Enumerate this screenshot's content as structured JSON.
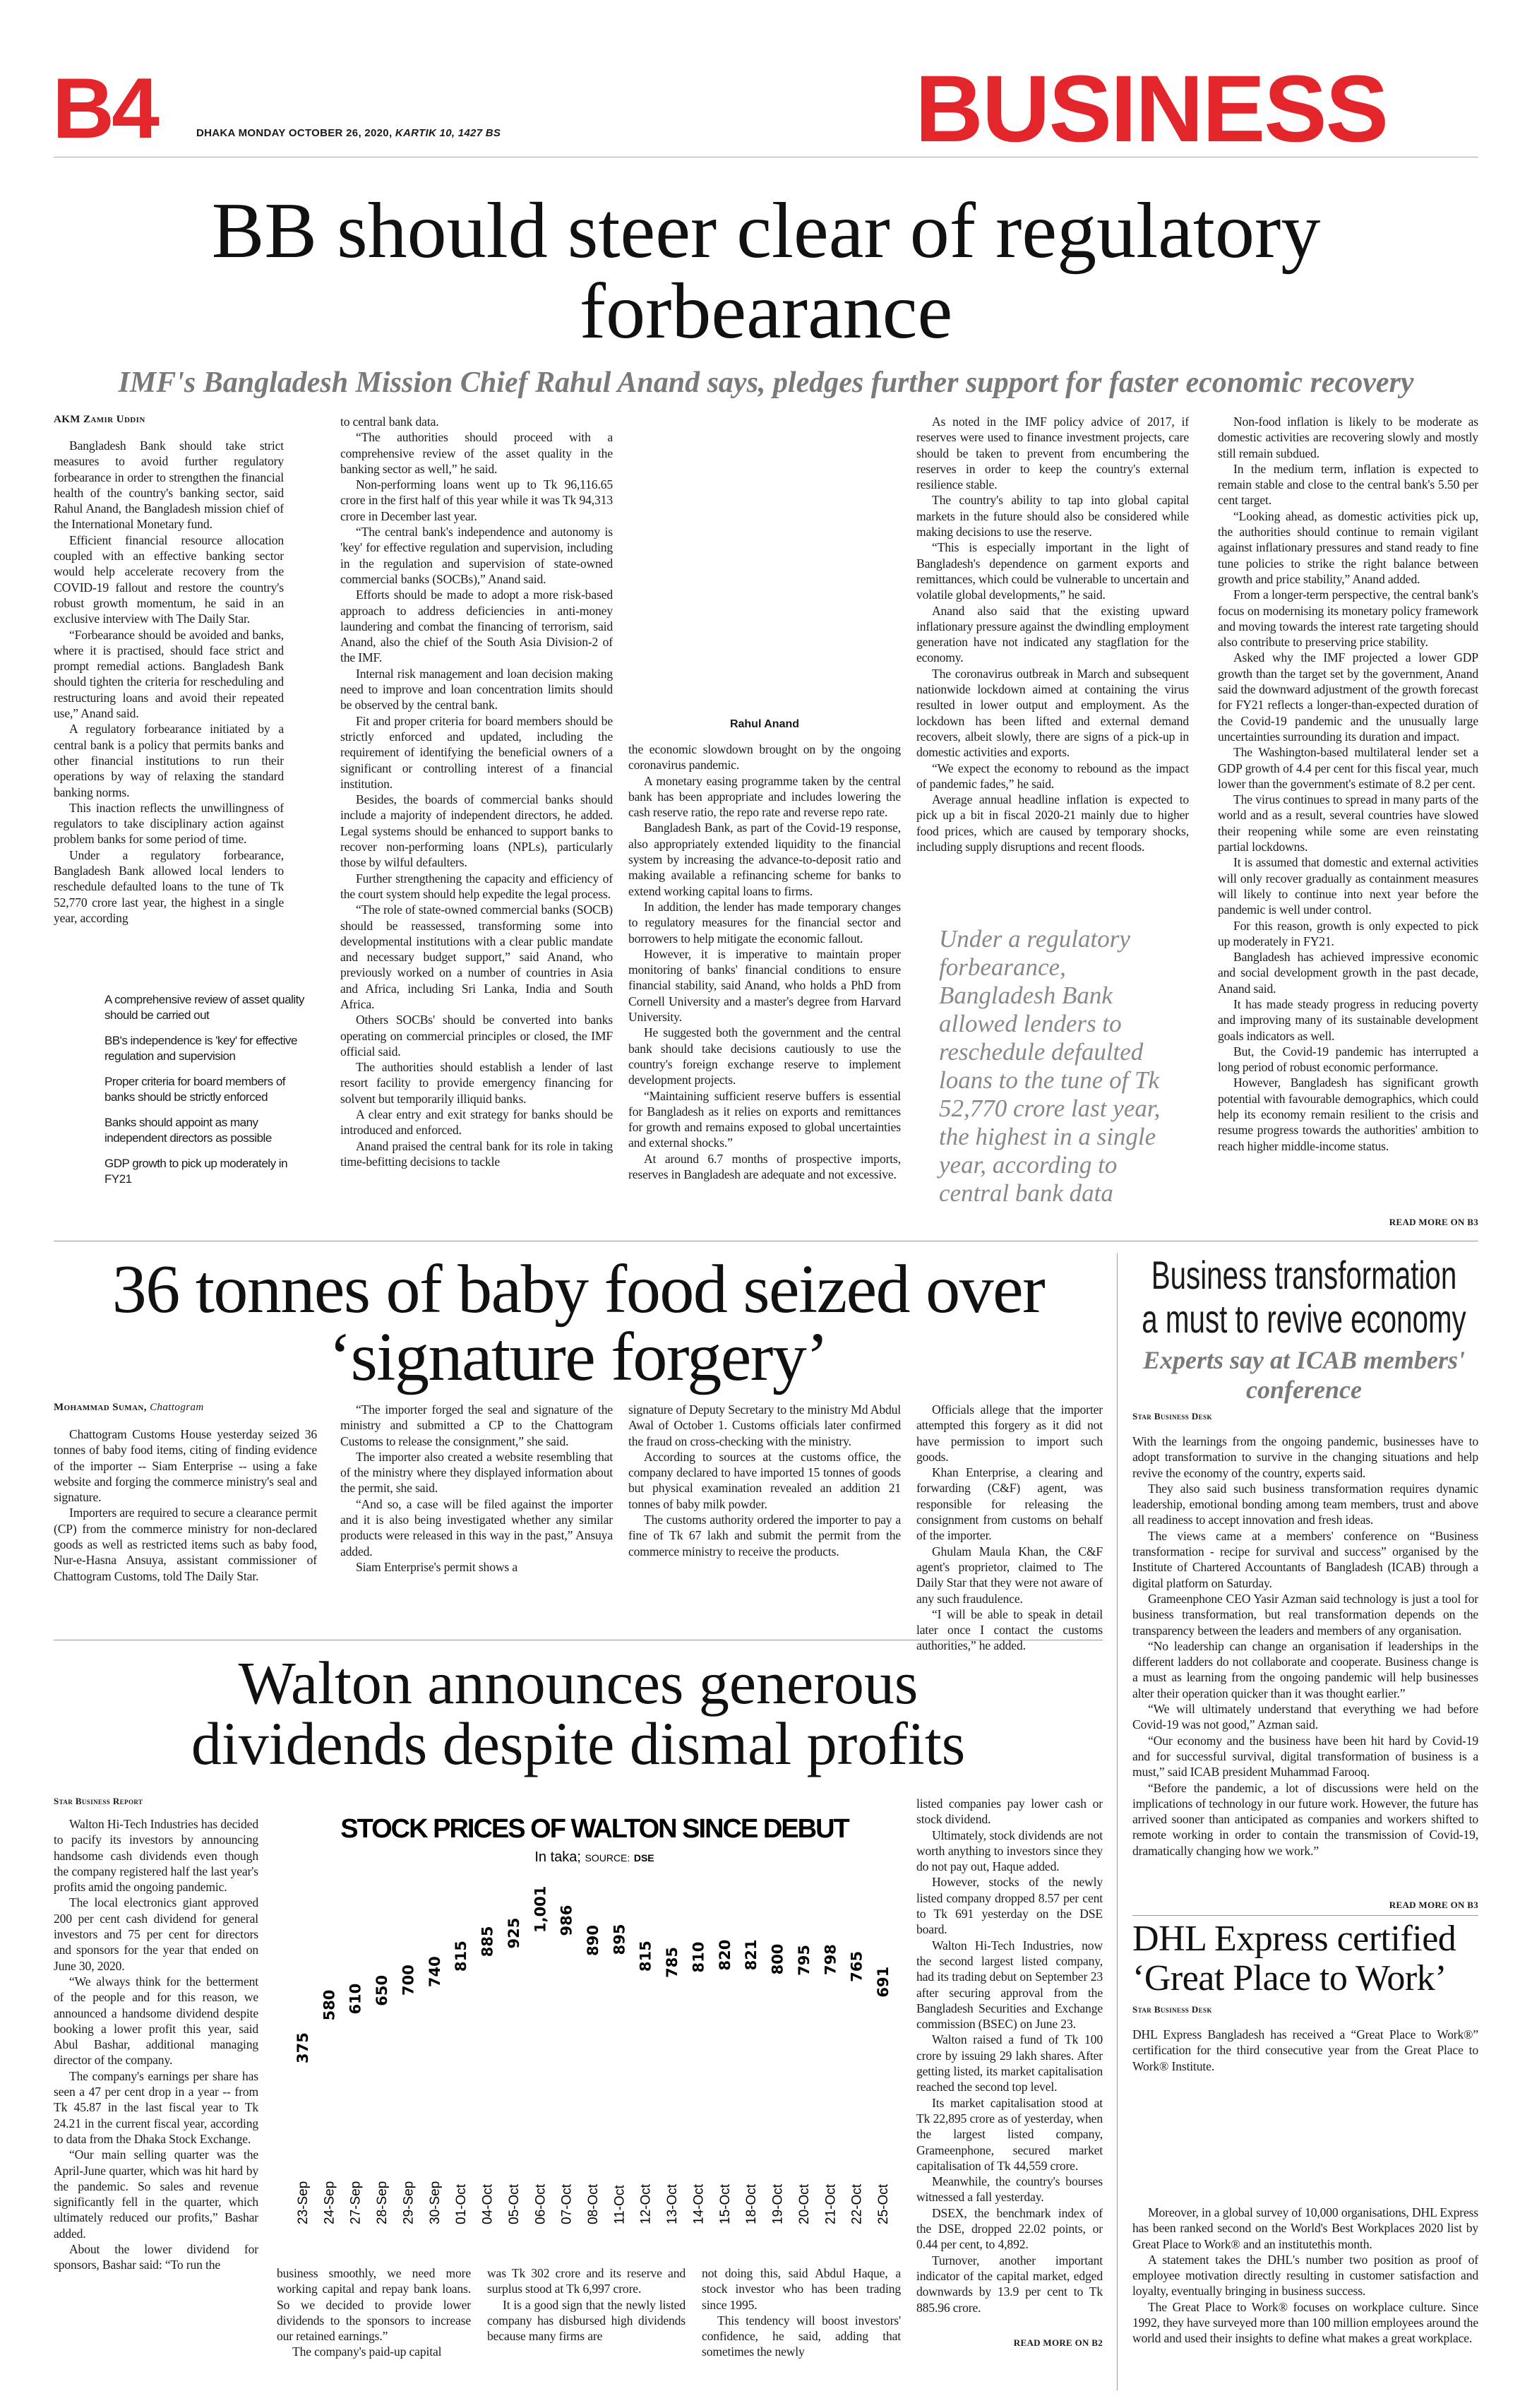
{
  "masthead": {
    "page": "B4",
    "dateline": "DHAKA MONDAY OCTOBER 26, 2020, ",
    "dateline_italic": "KARTIK 10, 1427 BS",
    "section": "BUSINESS",
    "accent": "#e3262b"
  },
  "lead": {
    "headline_1": "BB should steer clear of regulatory",
    "headline_2": "forbearance",
    "subhead": "IMF's Bangladesh Mission Chief Rahul Anand says, pledges further support for faster economic recovery",
    "byline": "AKM Zamir Uddin",
    "photo_caption": "Rahul Anand",
    "col1": [
      "Bangladesh Bank should take strict measures to avoid further regulatory forbearance in order to strengthen the financial health of the country's banking sector, said Rahul Anand, the Bangladesh mission chief of the International Monetary fund.",
      "Efficient financial resource allocation coupled with an effective banking sector would help accelerate recovery from the COVID-19 fallout and restore the country's robust growth momentum, he said in an exclusive interview with The Daily Star.",
      "“Forbearance should be avoided and banks, where it is practised, should face strict and prompt remedial actions. Bangladesh Bank should tighten the criteria for rescheduling and restructuring loans and avoid their repeated use,” Anand said.",
      "A regulatory forbearance initiated by a central bank is a policy that permits banks and other financial institutions to run their operations by way of relaxing the standard banking norms.",
      "This inaction reflects the unwillingness of regulators to take disciplinary action against problem banks for some period of time.",
      "Under a regulatory forbearance, Bangladesh Bank allowed local lenders to reschedule defaulted loans to the tune of Tk 52,770 crore last year, the highest in a single year, according"
    ],
    "bullets": [
      "A comprehensive review of asset quality should be carried out",
      "BB's independence is 'key' for effective regulation and supervision",
      "Proper criteria for board members of banks should be strictly enforced",
      "Banks should appoint as many independent directors as possible",
      "GDP growth to pick up moderately in FY21"
    ],
    "col2": [
      "to central bank data.",
      "“The authorities should proceed with a comprehensive review of the asset quality in the banking sector as well,” he said.",
      "Non-performing loans went up to Tk 96,116.65 crore in the first half of this year while it was Tk 94,313 crore in December last year.",
      "“The central bank's independence and autonomy is 'key' for effective regulation and supervision, including in the regulation and supervision of state-owned commercial banks (SOCBs),” Anand said.",
      "Efforts should be made to adopt a more risk-based approach to address deficiencies in anti-money laundering and combat the financing of terrorism, said Anand, also the chief of the South Asia Division-2 of the IMF.",
      "Internal risk management and loan decision making need to improve and loan concentration limits should be observed by the central bank.",
      "Fit and proper criteria for board members should be strictly enforced and updated, including the requirement of identifying the beneficial owners of a significant or controlling interest of a financial institution.",
      "Besides, the boards of commercial banks should include a majority of independent directors, he added. Legal systems should be enhanced to support banks to recover non-performing loans (NPLs), particularly those by wilful defaulters.",
      "Further strengthening the capacity and efficiency of the court system should help expedite the legal process.",
      "“The role of state-owned commercial banks (SOCB) should be reassessed, transforming some into developmental institutions with a clear public mandate and necessary budget support,” said Anand, who previously worked on a number of countries in Asia and Africa, including Sri Lanka, India and South Africa.",
      "Others SOCBs' should be converted into banks operating on commercial principles or closed, the IMF official said.",
      "The authorities should establish a lender of last resort facility to provide emergency financing for solvent but temporarily illiquid banks.",
      "A clear entry and exit strategy for banks should be introduced and enforced.",
      "Anand praised the central bank for its role in taking time-befitting decisions to tackle"
    ],
    "col3": [
      "the economic slowdown brought on by the ongoing coronavirus pandemic.",
      "A monetary easing programme taken by the central bank has been appropriate and includes lowering the cash reserve ratio, the repo rate and reverse repo rate.",
      "Bangladesh Bank, as part of the Covid-19 response, also appropriately extended liquidity to the financial system by increasing the advance-to-deposit ratio and making available a refinancing scheme for banks to extend working capital loans to firms.",
      "In addition, the lender has made temporary changes to regulatory measures for the financial sector and borrowers to help mitigate the economic fallout.",
      "However, it is imperative to maintain proper monitoring of banks' financial conditions to ensure financial stability, said Anand, who holds a PhD from Cornell University and a master's degree from Harvard University.",
      "He suggested both the government and the central bank should take decisions cautiously to use the country's foreign exchange reserve to implement development projects.",
      "“Maintaining sufficient reserve buffers is essential for Bangladesh as it relies on exports and remittances for growth and remains exposed to global uncertainties and external shocks.”",
      "At around 6.7 months of prospective imports, reserves in Bangladesh are adequate and not excessive."
    ],
    "col4": [
      "As noted in the IMF policy advice of 2017, if reserves were used to finance investment projects, care should be taken to prevent from encumbering the reserves in order to keep the country's external resilience stable.",
      "The country's ability to tap into global capital markets in the future should also be considered while making decisions to use the reserve.",
      "“This is especially important in the light of Bangladesh's dependence on garment exports and remittances, which could be vulnerable to uncertain and volatile global developments,” he said.",
      "Anand also said that the existing upward inflationary pressure against the dwindling employment generation have not indicated any stagflation for the economy.",
      "The coronavirus outbreak in March and subsequent nationwide lockdown aimed at containing the virus resulted in lower output and employment. As the lockdown has been lifted and external demand recovers, albeit slowly, there are signs of a pick-up in domestic activities and exports.",
      "“We expect the economy to rebound as the impact of pandemic fades,” he said.",
      "Average annual headline inflation is expected to pick up a bit in fiscal 2020-21 mainly due to higher food prices, which are caused by temporary shocks, including supply disruptions and recent floods."
    ],
    "pull_quote": "Under a regulatory forbearance, Bangladesh Bank allowed lenders to reschedule defaulted loans to the tune of Tk 52,770 crore last year, the highest in a single year, according to central bank data",
    "col5": [
      "Non-food inflation is likely to be moderate as domestic activities are recovering slowly and mostly still remain subdued.",
      "In the medium term, inflation is expected to remain stable and close to the central bank's 5.50 per cent target.",
      "“Looking ahead, as domestic activities pick up, the authorities should continue to remain vigilant against inflationary pressures and stand ready to fine tune policies to strike the right balance between growth and price stability,” Anand added.",
      "From a longer-term perspective, the central bank's focus on modernising its monetary policy framework and moving towards the interest rate targeting should also contribute to preserving price stability.",
      "Asked why the IMF projected a lower GDP growth than the target set by the government, Anand said the downward adjustment of the growth forecast for FY21 reflects a longer-than-expected duration of the Covid-19 pandemic and the unusually large uncertainties surrounding its duration and impact.",
      "The Washington-based multilateral lender set a GDP growth of 4.4 per cent for this fiscal year, much lower than the government's estimate of 8.2 per cent.",
      "The virus continues to spread in many parts of the world and as a result, several countries have slowed their reopening while some are even reinstating partial lockdowns.",
      "It is assumed that domestic and external activities will only recover gradually as containment measures will likely to continue into next year before the pandemic is well under control.",
      "For this reason, growth is only expected to pick up moderately in FY21.",
      "Bangladesh has achieved impressive economic and social development growth in the past decade, Anand said.",
      "It has made steady progress in reducing poverty and improving many of its sustainable development goals indicators as well.",
      "But, the Covid-19 pandemic has interrupted a long period of robust economic performance.",
      "However, Bangladesh has significant growth potential with favourable demographics, which could help its economy remain resilient to the crisis and resume progress towards the authorities' ambition to reach higher middle-income status."
    ],
    "read_more": "READ MORE ON B3"
  },
  "babyfood": {
    "headline_1": "36 tonnes of baby food seized over",
    "headline_2": "‘signature forgery’",
    "byline": "Mohammad Suman,",
    "byline_place": "Chattogram",
    "col1": [
      "Chattogram Customs House yesterday seized 36 tonnes of baby food items, citing of finding evidence of the importer -- Siam Enterprise -- using a fake website and forging the commerce ministry's seal and signature.",
      "Importers are required to secure a clearance permit (CP) from the commerce ministry for non-declared goods as well as restricted items such as baby food, Nur-e-Hasna Ansuya, assistant commissioner of Chattogram Customs, told The Daily Star."
    ],
    "col2": [
      "“The importer forged the seal and signature of the ministry and submitted a CP to the Chattogram Customs to release the consignment,” she said.",
      "The importer also created a website resembling that of the ministry where they displayed information about the permit, she said.",
      "“And so, a case will be filed against the importer and it is also being investigated whether any similar products were released in this way in the past,” Ansuya added.",
      "Siam Enterprise's permit shows a"
    ],
    "col3": [
      "signature of Deputy Secretary to the ministry Md Abdul Awal of October 1. Customs officials later confirmed the fraud on cross-checking with the ministry.",
      "According to sources at the customs office, the company declared to have imported 15 tonnes of goods but physical examination revealed an addition 21 tonnes of baby milk powder.",
      "The customs authority ordered the importer to pay a fine of Tk 67 lakh and submit the permit from the commerce ministry to receive the products."
    ],
    "col4": [
      "Officials allege that the importer attempted this forgery as it did not have permission to import such goods.",
      "Khan Enterprise, a clearing and forwarding (C&F) agent, was responsible for releasing the consignment from customs on behalf of the importer.",
      "Ghulam Maula Khan, the C&F agent's proprietor, claimed to The Daily Star that they were not aware of any such fraudulence.",
      "“I will be able to speak in detail later once I contact the customs authorities,” he added."
    ]
  },
  "transform": {
    "headline_1": "Business transformation",
    "headline_2": "a must to revive economy",
    "subhead": "Experts say at ICAB members' conference",
    "byline": "Star Business Desk",
    "body": [
      "With the learnings from the ongoing pandemic, businesses have to adopt transformation to survive in the changing situations and help revive the economy of the country, experts said.",
      "They also said such business transformation requires dynamic leadership, emotional bonding among team members, trust and above all readiness to accept innovation and fresh ideas.",
      "The views came at a members' conference on “Business transformation - recipe for survival and success” organised by the Institute of Chartered Accountants of Bangladesh (ICAB) through a digital platform on Saturday.",
      "Grameenphone CEO Yasir Azman said technology is just a tool for business transformation, but real transformation depends on the transparency between the leaders and members of any organisation.",
      "“No leadership can change an organisation if leaderships in the different ladders do not collaborate and cooperate. Business change is a must as learning from the ongoing pandemic will help businesses alter their operation quicker than it was thought earlier.”",
      "“We will ultimately understand that everything we had before Covid-19 was not good,” Azman said.",
      "“Our economy and the business have been hit hard by Covid-19 and for successful survival, digital transformation of business is a must,” said ICAB president Muhammad Farooq.",
      "“Before the pandemic, a lot of discussions were held on the implications of technology in our future work. However, the future has arrived sooner than anticipated as companies and workers shifted to remote working in order to contain the transmission of Covid-19, dramatically changing how we work.”"
    ],
    "read_more": "READ MORE ON B3"
  },
  "walton": {
    "headline_1": "Walton announces generous",
    "headline_2": "dividends despite dismal profits",
    "byline": "Star Business Report",
    "col1": [
      "Walton Hi-Tech Industries has decided to pacify its investors by announcing handsome cash dividends even though the company registered half the last year's profits amid the ongoing pandemic.",
      "The local electronics giant approved 200 per cent cash dividend for general investors and 75 per cent for directors and sponsors for the year that ended on June 30, 2020.",
      "“We always think for the betterment of the people and for this reason, we announced a handsome dividend despite booking a lower profit this year, said Abul Bashar, additional managing director of the company.",
      "The company's earnings per share has seen a 47 per cent drop in a year -- from Tk 45.87 in the last fiscal year to Tk 24.21 in the current fiscal year, according to data from the Dhaka Stock Exchange.",
      "“Our main selling quarter was the April-June quarter, which was hit hard by the pandemic. So sales and revenue significantly fell in the quarter, which ultimately reduced our profits,” Bashar added.",
      "About the lower dividend for sponsors, Bashar said: “To run the"
    ],
    "cola": [
      "business smoothly, we need more working capital and repay bank loans. So we decided to provide lower dividends to the sponsors to increase our retained earnings.”",
      "The company's paid-up capital"
    ],
    "colb": [
      "was Tk 302 crore and its reserve and surplus stood at Tk 6,997 crore.",
      "It is a good sign that the newly listed company has disbursed high dividends because many firms are"
    ],
    "colc": [
      "not doing this, said Abdul Haque, a stock investor who has been trading since 1995.",
      "This tendency will boost investors' confidence, he said, adding that sometimes the newly"
    ],
    "cold": [
      "listed companies pay lower cash or stock dividend.",
      "Ultimately, stock dividends are not worth anything to investors since they do not pay out, Haque added.",
      "However, stocks of the newly listed company dropped 8.57 per cent to Tk 691 yesterday on the DSE board.",
      "Walton Hi-Tech Industries, now the second largest listed company, had its trading debut on September 23 after securing approval from the Bangladesh Securities and Exchange commission (BSEC) on June 23.",
      "Walton raised a fund of Tk 100 crore by issuing 29 lakh shares. After getting listed, its market capitalisation reached the second top level.",
      "Its market capitalisation stood at Tk 22,895 crore as of yesterday, when the largest listed company, Grameenphone, secured market capitalisation of Tk 44,559 crore.",
      "Meanwhile, the country's bourses witnessed a fall yesterday.",
      "DSEX, the benchmark index of the DSE, dropped 22.02 points, or 0.44 per cent, to 4,892.",
      "Turnover, another important indicator of the capital market, edged downwards by 13.9 per cent to Tk 885.96 crore."
    ],
    "read_more": "READ MORE ON B2"
  },
  "chart_data": {
    "type": "table",
    "title": "STOCK PRICES OF  WALTON SINCE DEBUT",
    "subtitle": "In taka;",
    "source_label": "SOURCE:",
    "source": "DSE",
    "categories": [
      "23-Sep",
      "24-Sep",
      "27-Sep",
      "28-Sep",
      "29-Sep",
      "30-Sep",
      "01-Oct",
      "04-Oct",
      "05-Oct",
      "06-Oct",
      "07-Oct",
      "08-Oct",
      "11-Oct",
      "12-Oct",
      "13-Oct",
      "14-Oct",
      "15-Oct",
      "18-Oct",
      "19-Oct",
      "20-Oct",
      "21-Oct",
      "22-Oct",
      "25-Oct"
    ],
    "values": [
      375,
      580,
      610,
      650,
      700,
      740,
      815,
      885,
      925,
      1001,
      986,
      890,
      895,
      815,
      785,
      810,
      820,
      821,
      800,
      795,
      798,
      765,
      691
    ],
    "labels": [
      "375",
      "580",
      "610",
      "650",
      "700",
      "740",
      "815",
      "885",
      "925",
      "1,001",
      "986",
      "890",
      "895",
      "815",
      "785",
      "810",
      "820",
      "821",
      "800",
      "795",
      "798",
      "765",
      "691"
    ]
  },
  "dhl": {
    "headline_1": "DHL Express certified",
    "headline_2": "‘Great Place to Work’",
    "byline": "Star Business Desk",
    "body1": [
      "DHL Express Bangladesh has received a “Great Place to Work®” certification for the third consecutive year from the Great Place to Work® Institute."
    ],
    "body2": [
      "Moreover, in a global survey of 10,000 organisations, DHL Express has been ranked second on the World's Best Workplaces 2020 list by Great Place to Work® and an institutethis month.",
      "A statement takes the DHL's number two position as proof of employee motivation directly resulting in customer satisfaction and loyalty, eventually bringing in business success.",
      "The Great Place to Work® focuses on workplace culture. Since 1992, they have surveyed more than 100 million employees around the world and used their insights to define what makes a great workplace."
    ]
  }
}
